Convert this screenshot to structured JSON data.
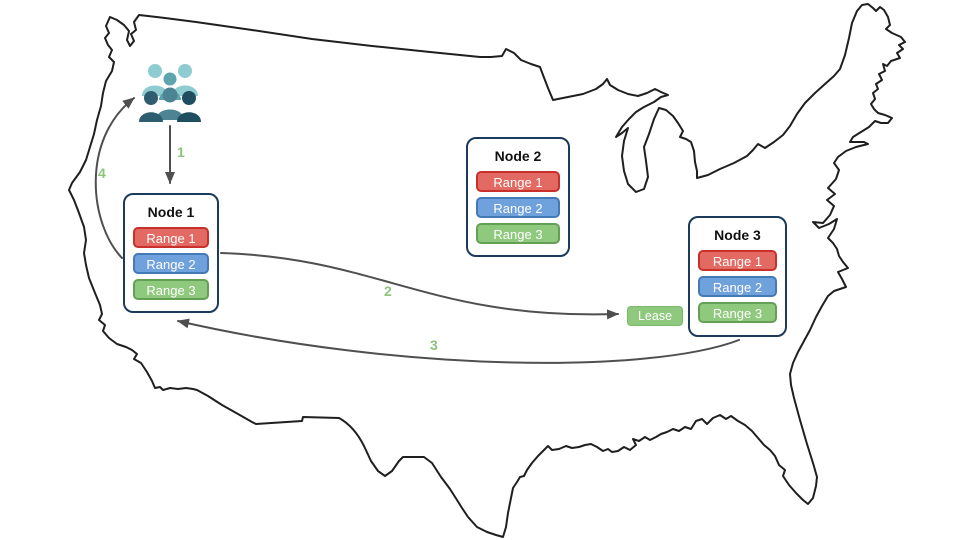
{
  "nodes": [
    {
      "title": "Node 1",
      "ranges": [
        "Range 1",
        "Range 2",
        "Range 3"
      ]
    },
    {
      "title": "Node 2",
      "ranges": [
        "Range 1",
        "Range 2",
        "Range 3"
      ]
    },
    {
      "title": "Node 3",
      "ranges": [
        "Range 1",
        "Range 2",
        "Range 3"
      ]
    }
  ],
  "lease": {
    "label": "Lease"
  },
  "steps": [
    {
      "label": "1"
    },
    {
      "label": "2"
    },
    {
      "label": "3"
    },
    {
      "label": "4"
    }
  ],
  "icons": {
    "clients": "users-group-icon",
    "map": "us-map-outline"
  },
  "colors": {
    "range1-fill": "#e36a62",
    "range1-border": "#c9302c",
    "range2-fill": "#6fa1dc",
    "range2-border": "#4479b8",
    "range3-fill": "#8ec97d",
    "range3-border": "#63a055",
    "lease-fill": "#8ec97d",
    "lease-border": "#7ab86a",
    "node-border": "#1b3a5c",
    "step-label": "#8cc47c",
    "arrow": "#4f4f4f",
    "map-outline": "#1f1f1f",
    "users-light": "#8fccd1",
    "users-mid": "#5ea4ae",
    "users-front": "#4d8493",
    "users-dark1": "#2e5d6f",
    "users-dark2": "#1f4e61"
  }
}
